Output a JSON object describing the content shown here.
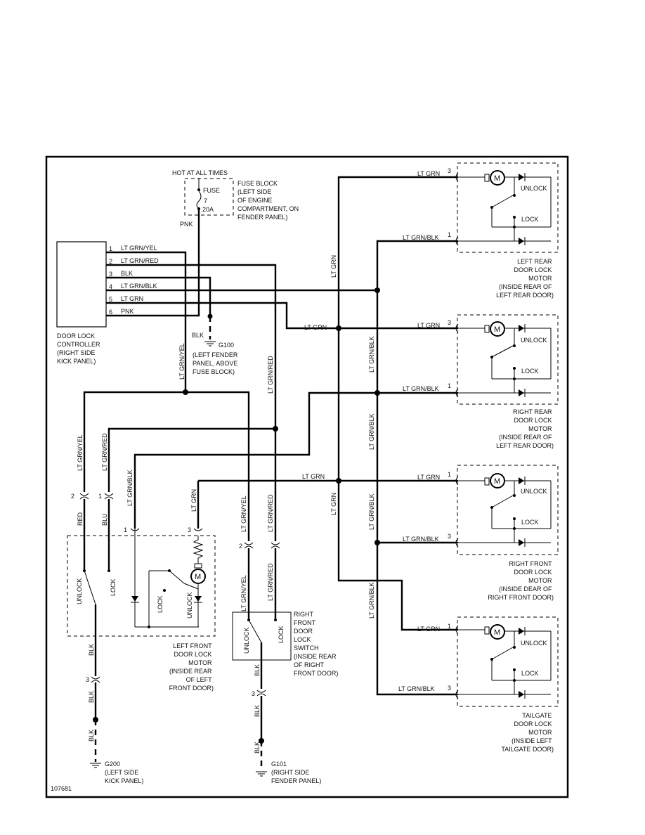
{
  "figure_id": "107681",
  "power": {
    "hot_label": "HOT AT ALL TIMES",
    "fuse_label": "FUSE",
    "fuse_number": "7",
    "fuse_rating": "20A",
    "fuse_block_lines": [
      "FUSE BLOCK",
      "(LEFT SIDE",
      "OF ENGINE",
      "COMPARTMENT, ON",
      "FENDER PANEL)"
    ],
    "pnk": "PNK"
  },
  "controller": {
    "title_lines": [
      "DOOR LOCK",
      "CONTROLLER",
      "(RIGHT SIDE",
      "KICK PANEL)"
    ],
    "pins": [
      {
        "num": "1",
        "wire": "LT GRN/YEL"
      },
      {
        "num": "2",
        "wire": "LT GRN/RED"
      },
      {
        "num": "3",
        "wire": "BLK"
      },
      {
        "num": "4",
        "wire": "LT GRN/BLK"
      },
      {
        "num": "5",
        "wire": "LT GRN"
      },
      {
        "num": "6",
        "wire": "PNK"
      }
    ]
  },
  "ground_g100": {
    "wire": "BLK",
    "id": "G100",
    "lines": [
      "(LEFT FENDER",
      "PANEL, ABOVE",
      "FUSE BLOCK)"
    ]
  },
  "wires": {
    "lt_grn": "LT GRN",
    "lt_grn_blk": "LT GRN/BLK",
    "lt_grn_yel": "LT GRN/YEL",
    "lt_grn_red": "LT GRN/RED",
    "red": "RED",
    "blu": "BLU",
    "blk": "BLK"
  },
  "pins": {
    "p1": "1",
    "p2": "2",
    "p3": "3"
  },
  "terms": {
    "unlock": "UNLOCK",
    "lock": "LOCK",
    "motor": "M"
  },
  "motors": {
    "left_rear": [
      "LEFT REAR",
      "DOOR LOCK",
      "MOTOR",
      "(INSIDE REAR OF",
      "LEFT REAR DOOR)"
    ],
    "right_rear": [
      "RIGHT REAR",
      "DOOR LOCK",
      "MOTOR",
      "(INSIDE REAR OF",
      "LEFT REAR DOOR)"
    ],
    "right_front": [
      "RIGHT FRONT",
      "DOOR LOCK",
      "MOTOR",
      "(INSIDE DEAR OF",
      "RIGHT FRONT DOOR)"
    ],
    "tailgate": [
      "TAILGATE",
      "DOOR LOCK",
      "MOTOR",
      "(INSIDE LEFT",
      "TAILGATE DOOR)"
    ],
    "left_front": [
      "LEFT FRONT",
      "DOOR LOCK",
      "MOTOR",
      "(INSIDE REAR",
      "OF LEFT",
      "FRONT DOOR)"
    ]
  },
  "switch": {
    "lines": [
      "RIGHT",
      "FRONT",
      "DOOR",
      "LOCK",
      "SWITCH",
      "(INSIDE REAR",
      "OF RIGHT",
      "FRONT DOOR)"
    ]
  },
  "ground_g200": {
    "id": "G200",
    "lines": [
      "(LEFT SIDE",
      "KICK PANEL)"
    ]
  },
  "ground_g101": {
    "id": "G101",
    "lines": [
      "(RIGHT SIDE",
      "FENDER PANEL)"
    ]
  }
}
